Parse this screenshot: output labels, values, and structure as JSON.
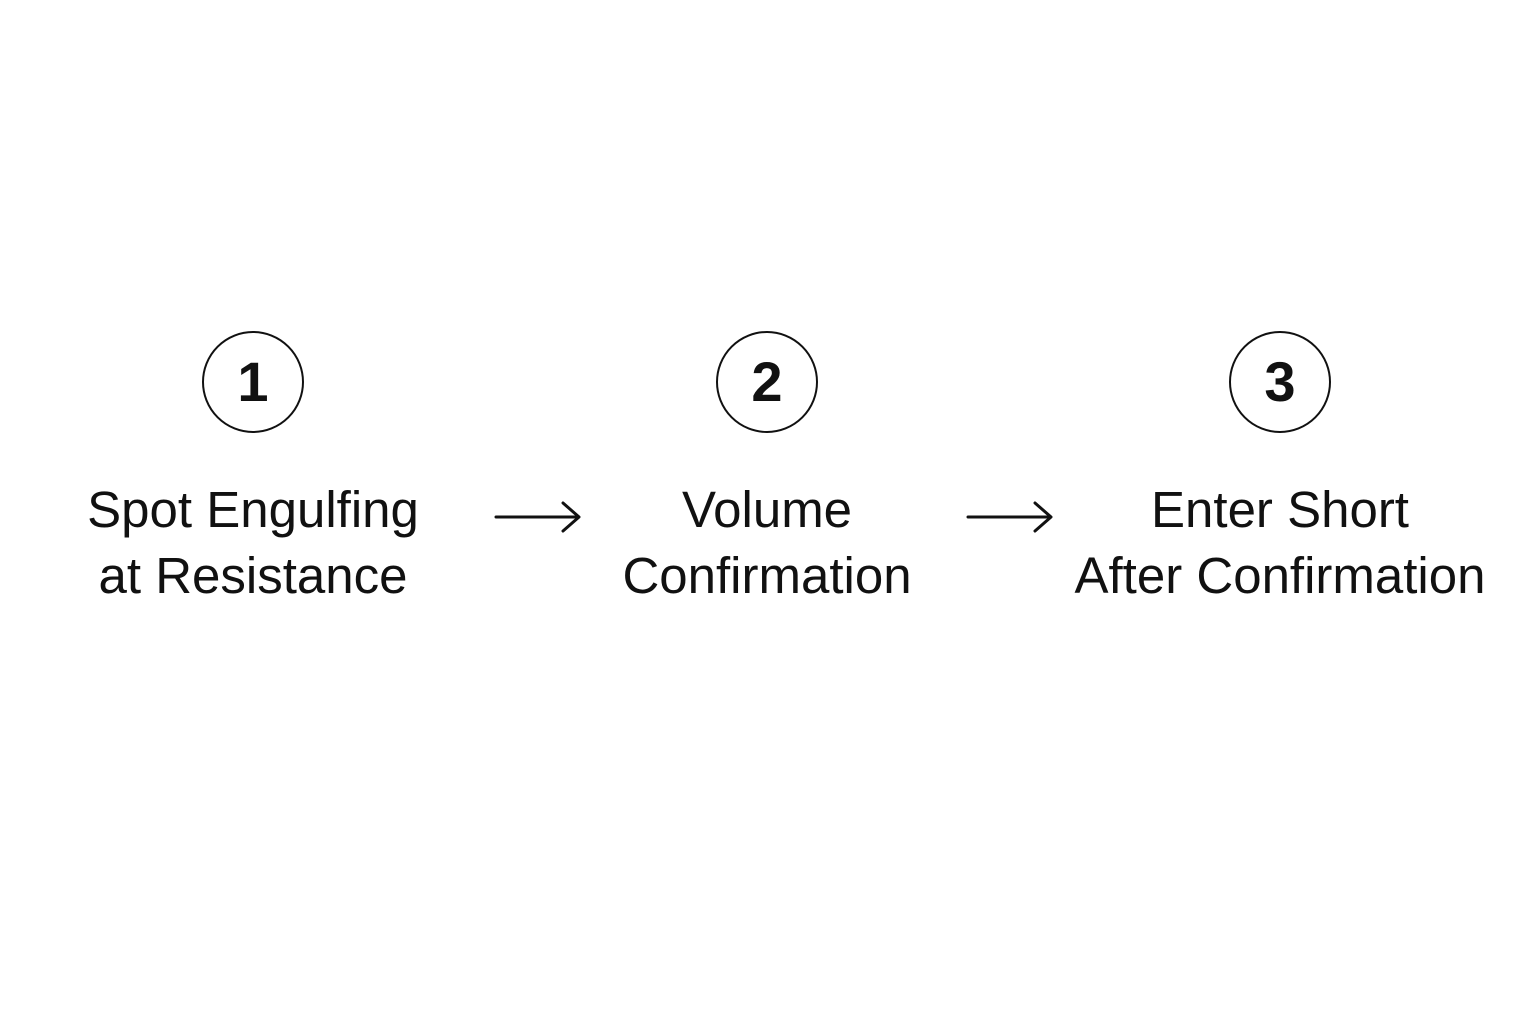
{
  "steps": [
    {
      "number": "1",
      "line1": "Spot Engulfing",
      "line2": "at Resistance"
    },
    {
      "number": "2",
      "line1": "Volume",
      "line2": "Confirmation"
    },
    {
      "number": "3",
      "line1": "Enter Short",
      "line2": "After Confirmation"
    }
  ],
  "connectors": [
    "arrow-right-icon",
    "arrow-right-icon"
  ],
  "colors": {
    "ink": "#111111",
    "background": "#ffffff"
  }
}
